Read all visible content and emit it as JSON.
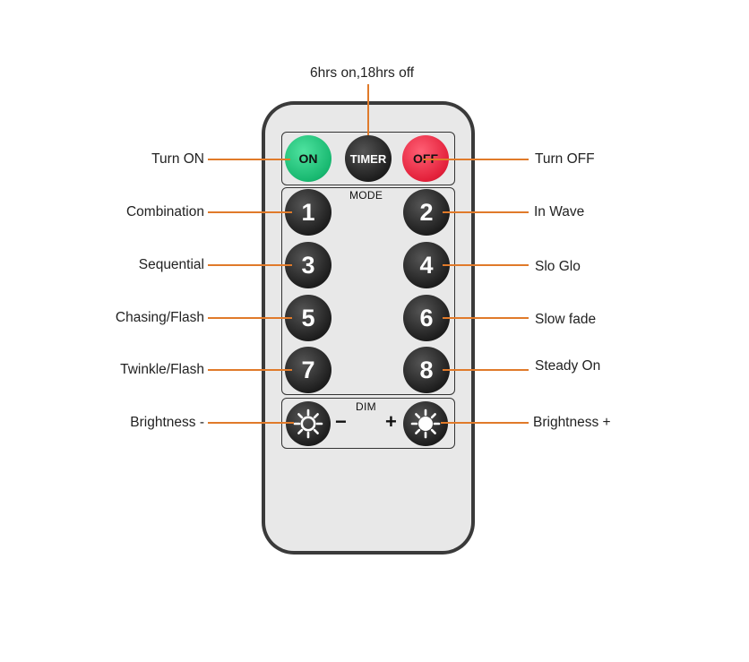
{
  "timer_note": "6hrs on,18hrs off",
  "buttons": {
    "on": "ON",
    "timer": "TIMER",
    "off": "OFF",
    "mode_title": "MODE",
    "numbers": [
      "1",
      "2",
      "3",
      "4",
      "5",
      "6",
      "7",
      "8"
    ],
    "dim_title": "DIM",
    "minus": "−",
    "plus": "+"
  },
  "labels_left": {
    "turn_on": "Turn ON",
    "b1": "Combination",
    "b3": "Sequential",
    "b5": "Chasing/Flash",
    "b7": "Twinkle/Flash",
    "brightness_down": "Brightness -"
  },
  "labels_right": {
    "turn_off": "Turn OFF",
    "b2": "In Wave",
    "b4": "Slo Glo",
    "b6": "Slow fade",
    "b8": "Steady On",
    "brightness_up": "Brightness +"
  },
  "colors": {
    "accent_line": "#e07a2a",
    "on_button": "#18b870",
    "off_button": "#e3203a",
    "button_dark": "#1e1e1e",
    "remote_body": "#e8e8e8",
    "remote_border": "#3a3a3a"
  },
  "icons": {
    "brightness_down": "sun-outline-icon",
    "brightness_up": "sun-filled-icon"
  }
}
